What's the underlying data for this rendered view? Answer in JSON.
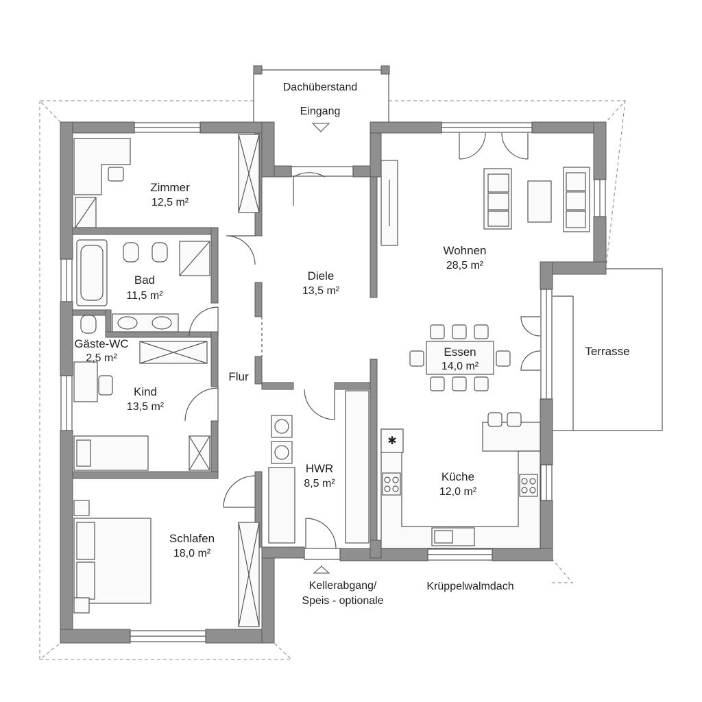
{
  "rooms": {
    "zimmer": {
      "name": "Zimmer",
      "area": "12,5 m²"
    },
    "bad": {
      "name": "Bad",
      "area": "11,5 m²"
    },
    "gaeste_wc": {
      "name": "Gäste-WC",
      "area": "2,5 m²"
    },
    "kind": {
      "name": "Kind",
      "area": "13,5 m²"
    },
    "flur": {
      "name": "Flur"
    },
    "schlafen": {
      "name": "Schlafen",
      "area": "18,0 m²"
    },
    "diele": {
      "name": "Diele",
      "area": "13,5 m²"
    },
    "hwr": {
      "name": "HWR",
      "area": "8,5 m²"
    },
    "wohnen": {
      "name": "Wohnen",
      "area": "28,5 m²"
    },
    "essen": {
      "name": "Essen",
      "area": "14,0 m²"
    },
    "kueche": {
      "name": "Küche",
      "area": "12,0 m²"
    },
    "terrasse": {
      "name": "Terrasse"
    }
  },
  "annotations": {
    "dachueberstand": "Dachüberstand",
    "eingang": "Eingang",
    "kellerabgang_line1": "Kellerabgang/",
    "kellerabgang_line2": "Speis - optionale",
    "dachform": "Krüppelwalmdach"
  },
  "colors": {
    "wall": "#8f8f8f",
    "wall_outline": "#5a5a5a",
    "furniture_line": "#555555",
    "background": "#ffffff"
  }
}
